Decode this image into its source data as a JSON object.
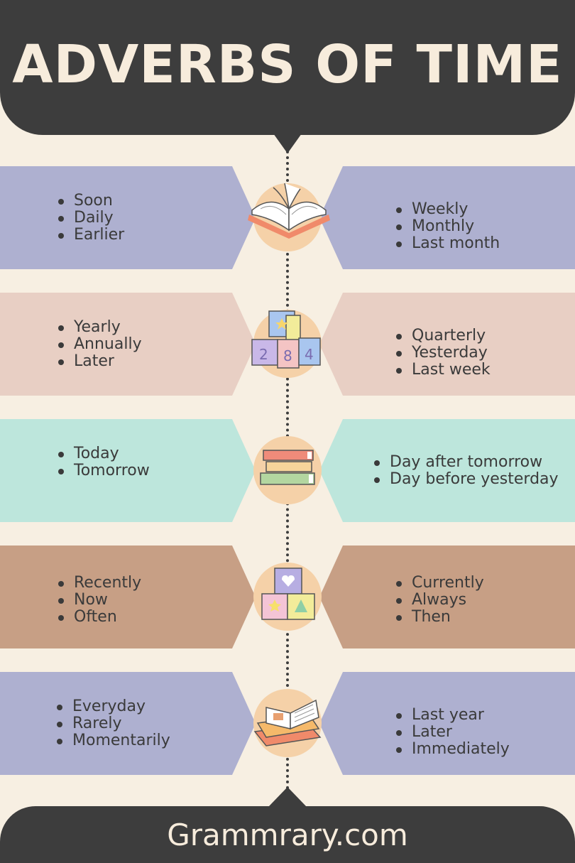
{
  "title": "ADVERBS OF TIME",
  "footer": "Grammrary.com",
  "colors": {
    "background": "#f7efe2",
    "dark": "#3d3d3d",
    "lavender": "#aeb0d0",
    "pink": "#e8cfc4",
    "mint": "#bde6dc",
    "tan": "#c79f85",
    "badge": "#f5d1a8"
  },
  "rows": [
    {
      "left": [
        "Soon",
        "Daily",
        "Earlier"
      ],
      "right": [
        "Weekly",
        "Monthly",
        "Last month"
      ],
      "icon": "open-book-icon"
    },
    {
      "left": [
        "Yearly",
        "Annually",
        "Later"
      ],
      "right": [
        "Quarterly",
        "Yesterday",
        "Last week"
      ],
      "icon": "toy-blocks-icon"
    },
    {
      "left": [
        "Today",
        "Tomorrow"
      ],
      "right": [
        "Day after tomorrow",
        "Day before yesterday"
      ],
      "icon": "book-stack-icon"
    },
    {
      "left": [
        "Recently",
        "Now",
        "Often"
      ],
      "right": [
        "Currently",
        "Always",
        "Then"
      ],
      "icon": "shape-blocks-icon"
    },
    {
      "left": [
        "Everyday",
        "Rarely",
        "Momentarily"
      ],
      "right": [
        "Last year",
        "Later",
        "Immediately"
      ],
      "icon": "books-icon"
    }
  ]
}
